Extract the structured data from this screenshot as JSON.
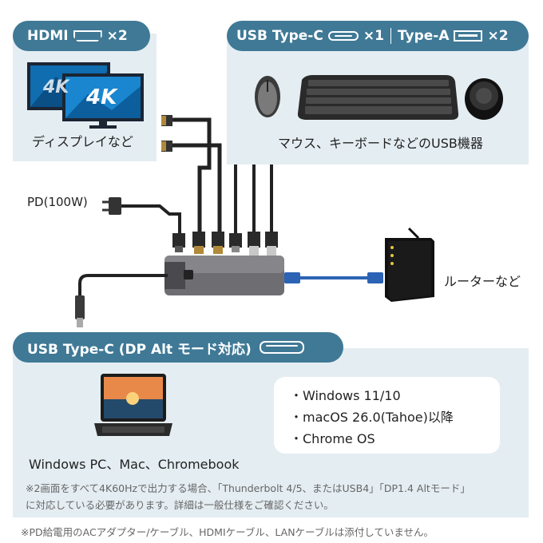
{
  "hdmi_badge": {
    "label": "HDMI",
    "count": "×2",
    "icon": "hdmi-port-icon"
  },
  "usb_badge": {
    "typec_label": "USB Type-C",
    "typec_count": "×1",
    "typea_label": "Type-A",
    "typea_count": "×2"
  },
  "display_caption": "ディスプレイなど",
  "display_logo": "4K",
  "usb_devices_caption": "マウス、キーボードなどのUSB機器",
  "pd_label": "PD(100W)",
  "router_caption": "ルーターなど",
  "host_badge": {
    "label": "USB Type-C (DP Alt モード対応)"
  },
  "host_caption": "Windows PC、Mac、Chromebook",
  "os_list": [
    "・Windows 11/10",
    "・macOS 26.0(Tahoe)以降",
    "・Chrome OS"
  ],
  "note_1_line_1": "※2画面をすべて4K60Hzで出力する場合、「Thunderbolt 4/5、またはUSB4」「DP1.4 Altモード」",
  "note_1_line_2": "に対応している必要があります。詳細は一般仕様をご確認ください。",
  "note_2": "※PD給電用のACアダプター/ケーブル、HDMIケーブル、LANケーブルは添付していません。",
  "colors": {
    "badge": "#3f7996",
    "panel": "#e4edf2",
    "lan_cable": "#2c63b5"
  }
}
